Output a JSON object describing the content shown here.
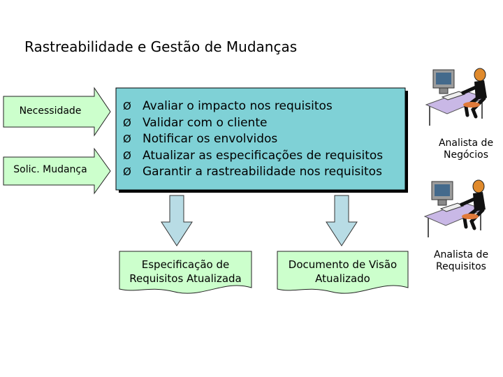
{
  "title": "Rastreabilidade e Gestão de Mudanças",
  "inputs": [
    {
      "label": "Necessidade"
    },
    {
      "label": "Solic. Mudança"
    }
  ],
  "process": {
    "bullet": "Ø",
    "items": [
      "Avaliar o impacto nos requisitos",
      "Validar com o cliente",
      "Notificar os envolvidos",
      "Atualizar as especificações de requisitos",
      "Garantir a rastreabilidade nos requisitos"
    ]
  },
  "outputs": [
    {
      "line1": "Especificação de",
      "line2": "Requisitos Atualizada"
    },
    {
      "line1": "Documento de Visão",
      "line2": "Atualizado"
    }
  ],
  "roles": [
    {
      "line1": "Analista de",
      "line2": "Negócios"
    },
    {
      "line1": "Analista de",
      "line2": "Requisitos"
    }
  ],
  "colors": {
    "arrow_fill": "#ccffcc",
    "box_fill": "#7fd1d6",
    "arrow_down_fill": "#b8dce5",
    "doc_fill": "#ccffcc"
  }
}
